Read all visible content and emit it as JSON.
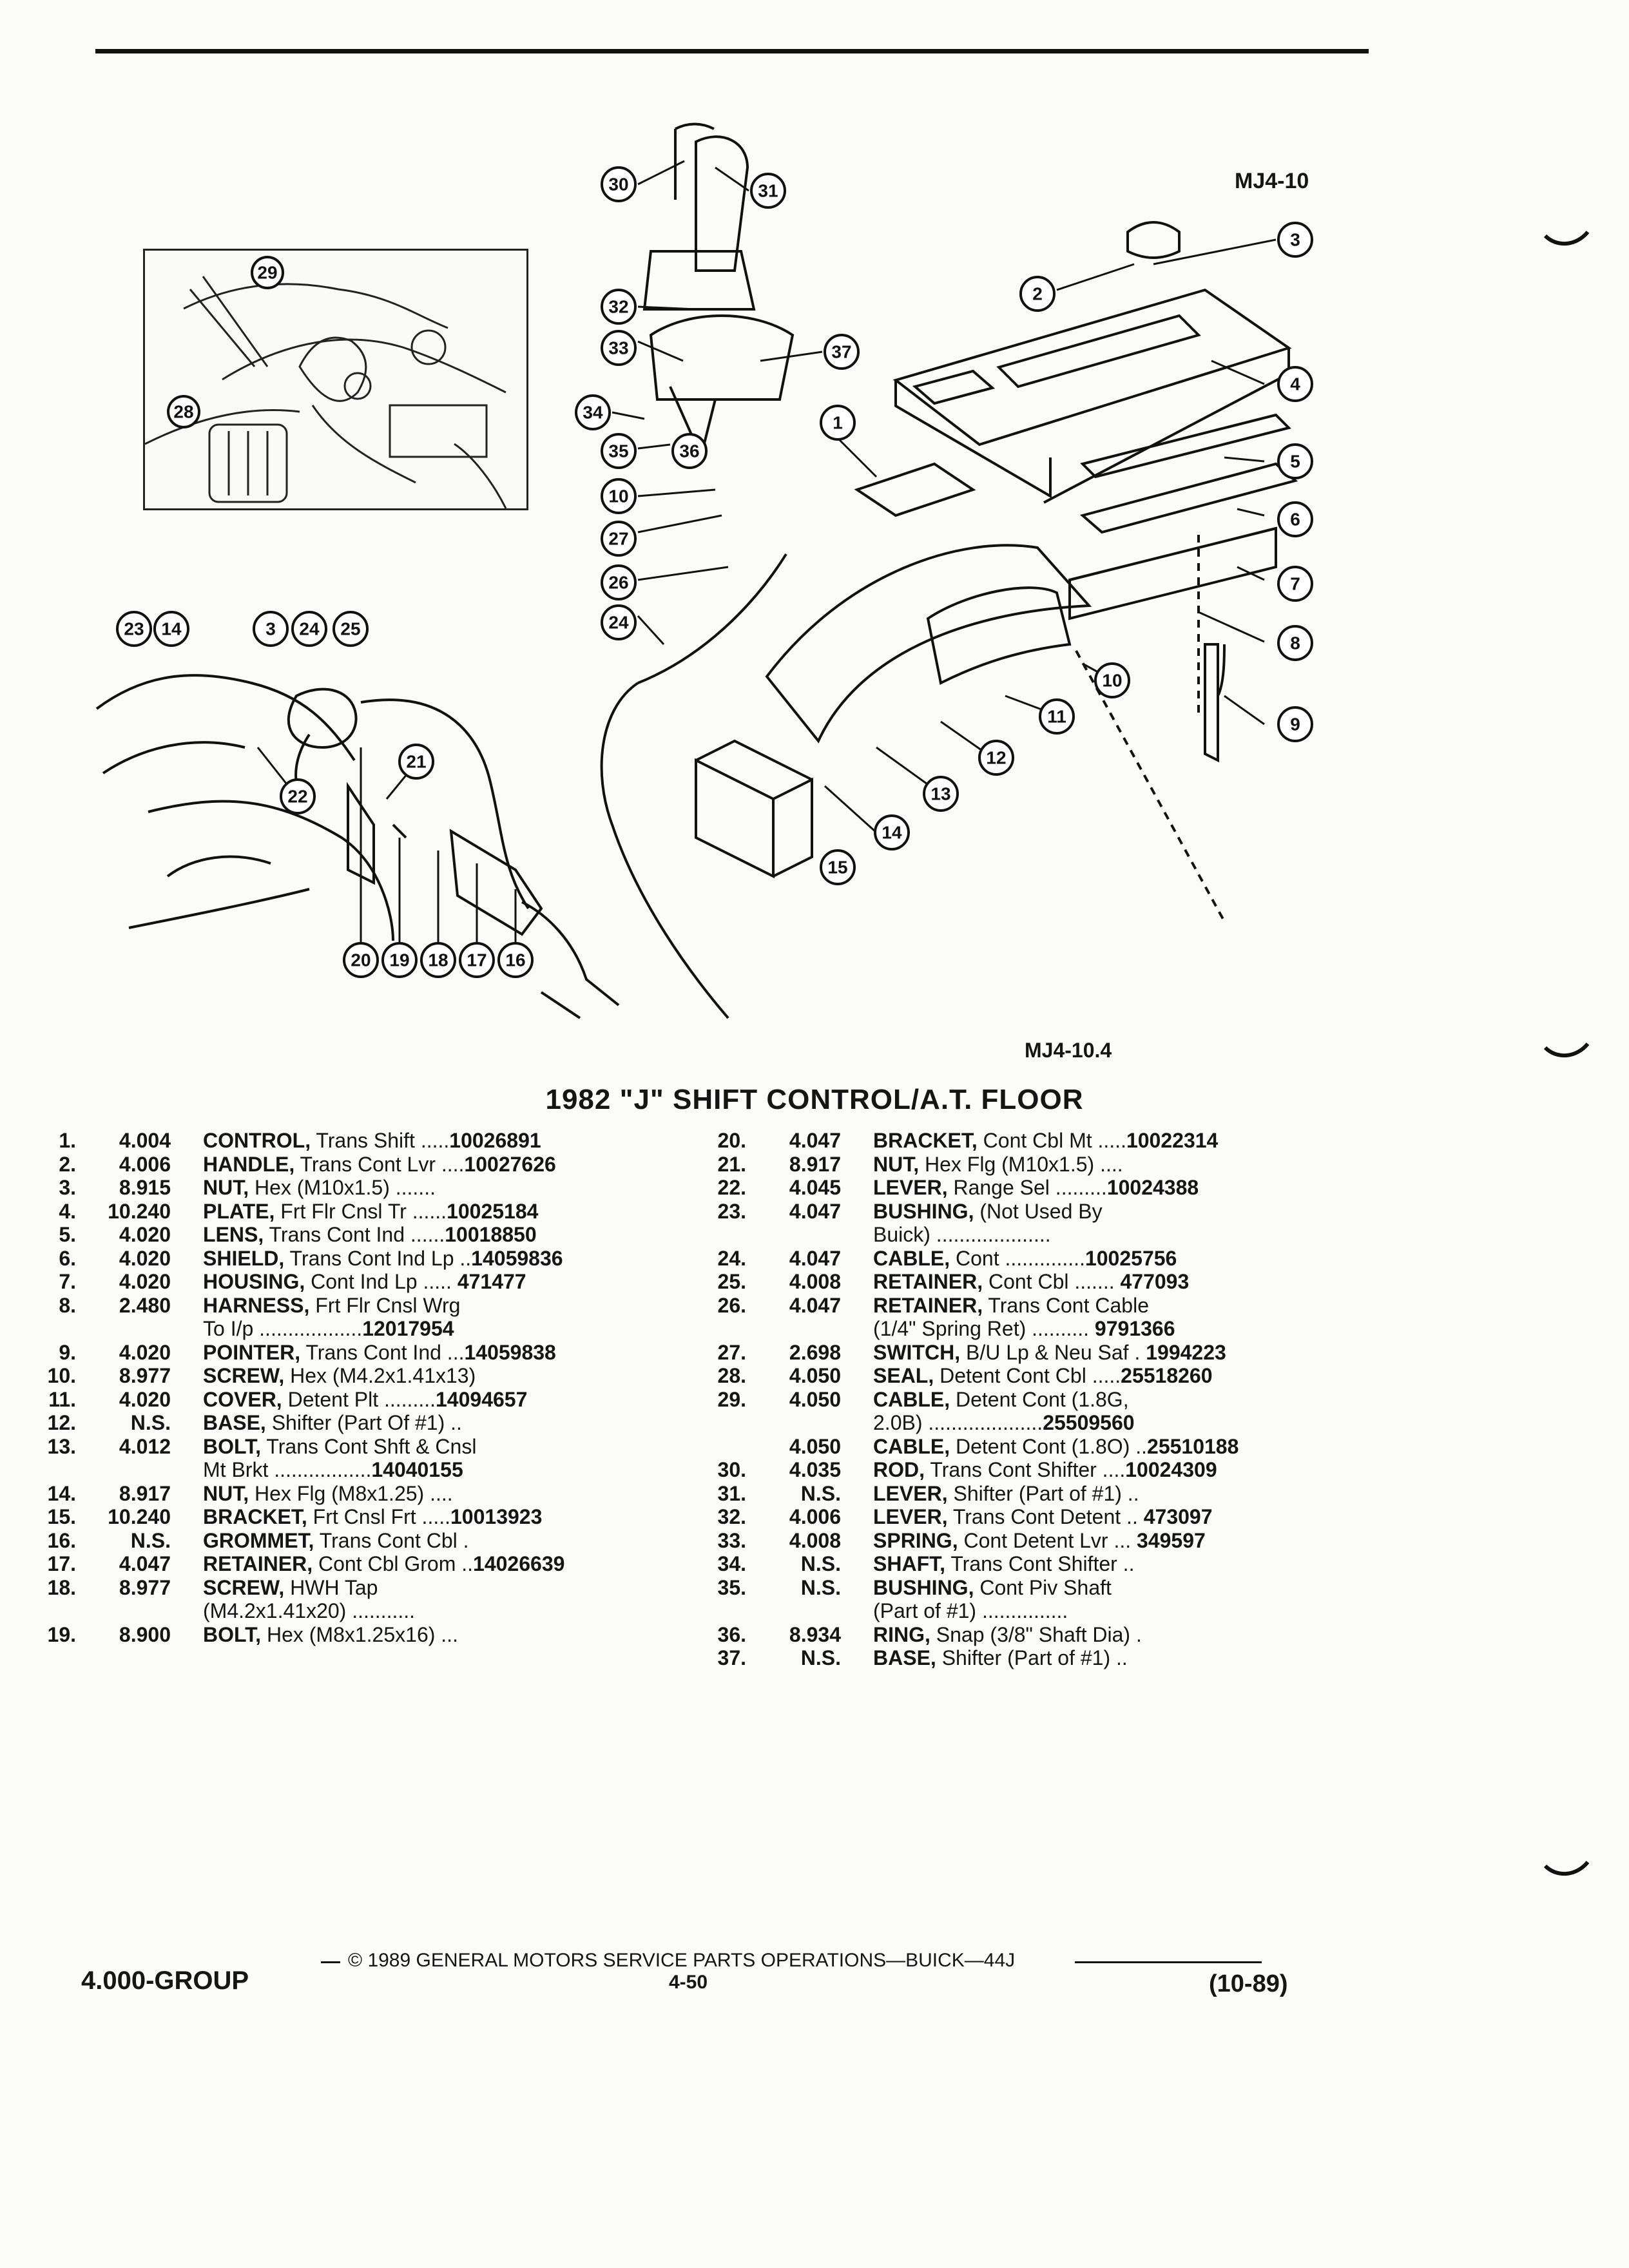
{
  "figure_codes": {
    "main": "MJ4-10",
    "secondary": "MJ4-10.4"
  },
  "title": "1982 \"J\" SHIFT CONTROL/A.T. FLOOR",
  "callouts": [
    "1",
    "2",
    "3",
    "4",
    "5",
    "6",
    "7",
    "8",
    "9",
    "10",
    "11",
    "12",
    "13",
    "14",
    "15",
    "16",
    "17",
    "18",
    "19",
    "20",
    "21",
    "22",
    "23",
    "24",
    "25",
    "26",
    "27",
    "28",
    "29",
    "30",
    "31",
    "32",
    "33",
    "34",
    "35",
    "36",
    "37"
  ],
  "parts_left": [
    {
      "no": "1.",
      "grp": "4.004",
      "name": "CONTROL,",
      "desc": " Trans Shift .....",
      "pn": "10026891"
    },
    {
      "no": "2.",
      "grp": "4.006",
      "name": "HANDLE,",
      "desc": " Trans Cont Lvr ....",
      "pn": "10027626"
    },
    {
      "no": "3.",
      "grp": "8.915",
      "name": "NUT,",
      "desc": " Hex (M10x1.5) .......",
      "pn": ""
    },
    {
      "no": "4.",
      "grp": "10.240",
      "name": "PLATE,",
      "desc": " Frt Flr Cnsl Tr ......",
      "pn": "10025184"
    },
    {
      "no": "5.",
      "grp": "4.020",
      "name": "LENS,",
      "desc": " Trans Cont Ind ......",
      "pn": "10018850"
    },
    {
      "no": "6.",
      "grp": "4.020",
      "name": "SHIELD,",
      "desc": " Trans Cont Ind Lp ..",
      "pn": "14059836"
    },
    {
      "no": "7.",
      "grp": "4.020",
      "name": "HOUSING,",
      "desc": " Cont Ind Lp .....",
      "pn": " 471477"
    },
    {
      "no": "8.",
      "grp": "2.480",
      "name": "HARNESS,",
      "desc": " Frt Flr Cnsl Wrg",
      "pn": ""
    },
    {
      "no": "",
      "grp": "",
      "name": "",
      "desc": "To I/p ..................",
      "pn": "12017954"
    },
    {
      "no": "9.",
      "grp": "4.020",
      "name": "POINTER,",
      "desc": " Trans Cont Ind ...",
      "pn": "14059838"
    },
    {
      "no": "10.",
      "grp": "8.977",
      "name": "SCREW,",
      "desc": " Hex (M4.2x1.41x13)",
      "pn": ""
    },
    {
      "no": "11.",
      "grp": "4.020",
      "name": "COVER,",
      "desc": " Detent Plt .........",
      "pn": "14094657"
    },
    {
      "no": "12.",
      "grp": "N.S.",
      "name": "BASE,",
      "desc": " Shifter (Part Of #1) ..",
      "pn": ""
    },
    {
      "no": "13.",
      "grp": "4.012",
      "name": "BOLT,",
      "desc": " Trans Cont Shft & Cnsl",
      "pn": ""
    },
    {
      "no": "",
      "grp": "",
      "name": "",
      "desc": "Mt Brkt .................",
      "pn": "14040155"
    },
    {
      "no": "14.",
      "grp": "8.917",
      "name": "NUT,",
      "desc": " Hex Flg (M8x1.25) ....",
      "pn": ""
    },
    {
      "no": "15.",
      "grp": "10.240",
      "name": "BRACKET,",
      "desc": " Frt Cnsl Frt .....",
      "pn": "10013923"
    },
    {
      "no": "16.",
      "grp": "N.S.",
      "name": "GROMMET,",
      "desc": " Trans Cont Cbl .",
      "pn": ""
    },
    {
      "no": "17.",
      "grp": "4.047",
      "name": "RETAINER,",
      "desc": " Cont Cbl Grom ..",
      "pn": "14026639"
    },
    {
      "no": "18.",
      "grp": "8.977",
      "name": "SCREW,",
      "desc": " HWH Tap",
      "pn": ""
    },
    {
      "no": "",
      "grp": "",
      "name": "",
      "desc": "(M4.2x1.41x20) ...........",
      "pn": ""
    },
    {
      "no": "19.",
      "grp": "8.900",
      "name": "BOLT,",
      "desc": " Hex (M8x1.25x16) ...",
      "pn": ""
    }
  ],
  "parts_right": [
    {
      "no": "20.",
      "grp": "4.047",
      "name": "BRACKET,",
      "desc": " Cont Cbl Mt .....",
      "pn": "10022314"
    },
    {
      "no": "21.",
      "grp": "8.917",
      "name": "NUT,",
      "desc": " Hex Flg (M10x1.5) ....",
      "pn": ""
    },
    {
      "no": "22.",
      "grp": "4.045",
      "name": "LEVER,",
      "desc": " Range Sel .........",
      "pn": "10024388"
    },
    {
      "no": "23.",
      "grp": "4.047",
      "name": "BUSHING,",
      "desc": " (Not Used By",
      "pn": ""
    },
    {
      "no": "",
      "grp": "",
      "name": "",
      "desc": "Buick) ....................",
      "pn": ""
    },
    {
      "no": "24.",
      "grp": "4.047",
      "name": "CABLE,",
      "desc": " Cont ..............",
      "pn": "10025756"
    },
    {
      "no": "25.",
      "grp": "4.008",
      "name": "RETAINER,",
      "desc": " Cont Cbl .......",
      "pn": " 477093"
    },
    {
      "no": "26.",
      "grp": "4.047",
      "name": "RETAINER,",
      "desc": " Trans Cont Cable",
      "pn": ""
    },
    {
      "no": "",
      "grp": "",
      "name": "",
      "desc": "(1/4\" Spring Ret) ..........",
      "pn": " 9791366"
    },
    {
      "no": "27.",
      "grp": "2.698",
      "name": "SWITCH,",
      "desc": " B/U Lp & Neu Saf .",
      "pn": " 1994223"
    },
    {
      "no": "28.",
      "grp": "4.050",
      "name": "SEAL,",
      "desc": " Detent Cont Cbl .....",
      "pn": "25518260"
    },
    {
      "no": "29.",
      "grp": "4.050",
      "name": "CABLE,",
      "desc": " Detent Cont (1.8G,",
      "pn": ""
    },
    {
      "no": "",
      "grp": "",
      "name": "",
      "desc": "2.0B) ....................",
      "pn": "25509560"
    },
    {
      "no": "",
      "grp": "4.050",
      "name": "CABLE,",
      "desc": " Detent Cont (1.8O) ..",
      "pn": "25510188"
    },
    {
      "no": "30.",
      "grp": "4.035",
      "name": "ROD,",
      "desc": " Trans Cont Shifter ....",
      "pn": "10024309"
    },
    {
      "no": "31.",
      "grp": "N.S.",
      "name": "LEVER,",
      "desc": " Shifter (Part of #1) ..",
      "pn": ""
    },
    {
      "no": "32.",
      "grp": "4.006",
      "name": "LEVER,",
      "desc": " Trans Cont Detent ..",
      "pn": " 473097"
    },
    {
      "no": "33.",
      "grp": "4.008",
      "name": "SPRING,",
      "desc": " Cont Detent Lvr ...",
      "pn": " 349597"
    },
    {
      "no": "34.",
      "grp": "N.S.",
      "name": "SHAFT,",
      "desc": " Trans Cont Shifter ..",
      "pn": ""
    },
    {
      "no": "35.",
      "grp": "N.S.",
      "name": "BUSHING,",
      "desc": " Cont Piv Shaft",
      "pn": ""
    },
    {
      "no": "",
      "grp": "",
      "name": "",
      "desc": "(Part of #1) ...............",
      "pn": ""
    },
    {
      "no": "36.",
      "grp": "8.934",
      "name": "RING,",
      "desc": " Snap (3/8\" Shaft Dia) .",
      "pn": ""
    },
    {
      "no": "37.",
      "grp": "N.S.",
      "name": "BASE,",
      "desc": " Shifter (Part of #1) ..",
      "pn": ""
    }
  ],
  "footer": {
    "group": "4.000-GROUP",
    "copyright": "© 1989 GENERAL MOTORS SERVICE PARTS OPERATIONS—BUICK—44J",
    "page": "4-50",
    "date": "(10-89)"
  },
  "colors": {
    "ink": "#111111",
    "paper": "#fbfbf8"
  }
}
